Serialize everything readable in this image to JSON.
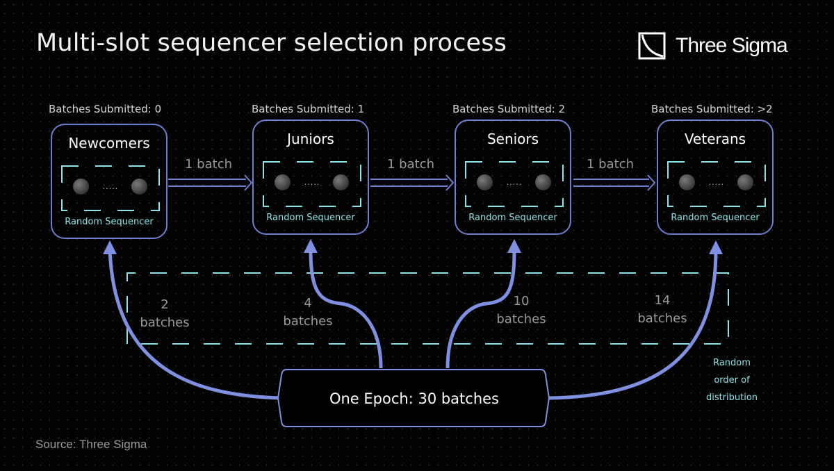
{
  "title": "Multi-slot sequencer selection process",
  "brand": {
    "name": "Three Sigma",
    "logo_icon": "three-sigma-logo-icon"
  },
  "source": "Source: Three Sigma",
  "colors": {
    "box_border": "#6f7fd0",
    "dashed": "#8ee3e6",
    "label_gray": "#999999",
    "background": "#030303"
  },
  "tiers": [
    {
      "name": "Newcomers",
      "submitted": "Batches Submitted: 0",
      "sequencer_label": "Random Sequencer",
      "ellipsis": "....."
    },
    {
      "name": "Juniors",
      "submitted": "Batches Submitted: 1",
      "sequencer_label": "Random Sequencer",
      "ellipsis": "....."
    },
    {
      "name": "Seniors",
      "submitted": "Batches Submitted: 2",
      "sequencer_label": "Random Sequencer",
      "ellipsis": "....."
    },
    {
      "name": "Veterans",
      "submitted": "Batches Submitted: >2",
      "sequencer_label": "Random Sequencer",
      "ellipsis": "....."
    }
  ],
  "promotions": [
    "1 batch",
    "1 batch",
    "1 batch"
  ],
  "distribution": [
    {
      "count": "2",
      "unit": "batches"
    },
    {
      "count": "4",
      "unit": "batches"
    },
    {
      "count": "10",
      "unit": "batches"
    },
    {
      "count": "14",
      "unit": "batches"
    }
  ],
  "epoch": {
    "label": "One Epoch: 30 batches",
    "total_batches": 30
  },
  "random_note": [
    "Random",
    "order of",
    "distribution"
  ]
}
